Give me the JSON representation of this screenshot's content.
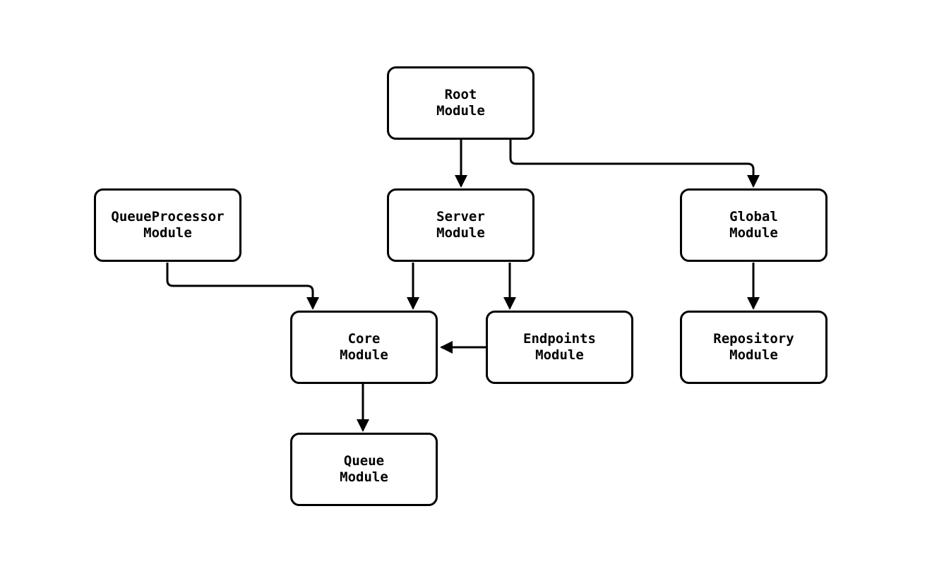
{
  "diagram": {
    "type": "module-dependency-graph",
    "background_color": "#ffffff",
    "stroke_color": "#000000",
    "nodes": {
      "root": {
        "line1": "Root",
        "line2": "Module"
      },
      "queueprocessor": {
        "line1": "QueueProcessor",
        "line2": "Module"
      },
      "server": {
        "line1": "Server",
        "line2": "Module"
      },
      "global": {
        "line1": "Global",
        "line2": "Module"
      },
      "core": {
        "line1": "Core",
        "line2": "Module"
      },
      "endpoints": {
        "line1": "Endpoints",
        "line2": "Module"
      },
      "repository": {
        "line1": "Repository",
        "line2": "Module"
      },
      "queue": {
        "line1": "Queue",
        "line2": "Module"
      }
    },
    "edges": [
      {
        "from": "root",
        "to": "server"
      },
      {
        "from": "root",
        "to": "global"
      },
      {
        "from": "queueprocessor",
        "to": "core"
      },
      {
        "from": "server",
        "to": "core"
      },
      {
        "from": "server",
        "to": "endpoints"
      },
      {
        "from": "endpoints",
        "to": "core"
      },
      {
        "from": "core",
        "to": "queue"
      },
      {
        "from": "global",
        "to": "repository"
      }
    ]
  }
}
